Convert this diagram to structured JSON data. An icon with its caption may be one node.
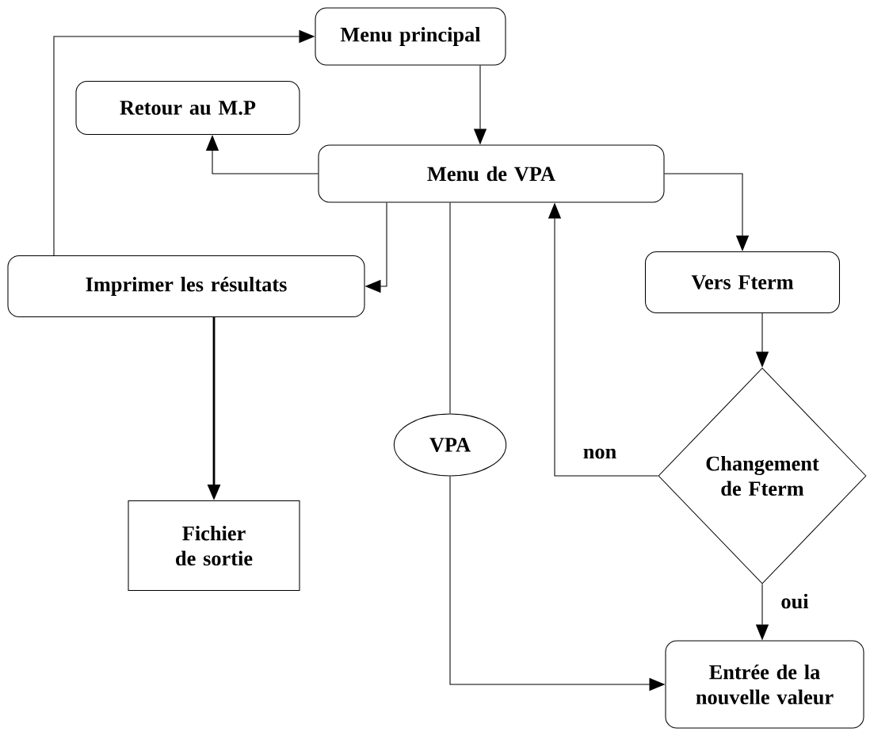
{
  "diagram": {
    "nodes": [
      {
        "text": [
          "Menu principal"
        ]
      },
      {
        "text": [
          "Retour au M.P"
        ]
      },
      {
        "text": [
          "Menu de VPA"
        ]
      },
      {
        "text": [
          "Imprimer les résultats"
        ]
      },
      {
        "text": [
          "Vers Fterm"
        ]
      },
      {
        "text": [
          "VPA"
        ]
      },
      {
        "text": [
          "Changement de Fterm"
        ]
      },
      {
        "text": [
          "Fichier de sortie"
        ]
      },
      {
        "text": [
          "Entrée de la nouvelle valeur"
        ]
      }
    ],
    "edges": [
      {
        "from": 3,
        "to": 0,
        "arrow": "to"
      },
      {
        "from": 0,
        "to": 2,
        "arrow": "to"
      },
      {
        "from": 2,
        "to": 1,
        "arrow": "to"
      },
      {
        "from": 2,
        "to": 3,
        "arrow": "to"
      },
      {
        "from": 2,
        "to": 4,
        "arrow": "to"
      },
      {
        "from": 2,
        "to": 5,
        "arrow": "none"
      },
      {
        "from": 5,
        "to": 8,
        "arrow": "to"
      },
      {
        "from": 3,
        "to": 7,
        "arrow": "to",
        "style": "thick"
      },
      {
        "from": 4,
        "to": 6,
        "arrow": "to"
      },
      {
        "from": 6,
        "to": 2,
        "arrow": "to",
        "label": "non"
      },
      {
        "from": 6,
        "to": 8,
        "arrow": "to",
        "label": "oui"
      }
    ]
  }
}
